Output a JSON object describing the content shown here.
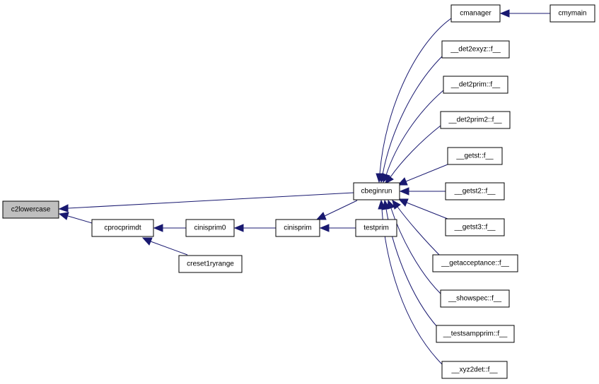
{
  "nodes": {
    "c2lowercase": "c2lowercase",
    "cprocprimdt": "cprocprimdt",
    "cinisprim0": "cinisprim0",
    "creset1ryrange": "creset1ryrange",
    "cinisprim": "cinisprim",
    "testprim": "testprim",
    "cbeginrun": "cbeginrun",
    "cmanager": "cmanager",
    "cmymain": "cmymain",
    "det2exyz": "__det2exyz::f__",
    "det2prim": "__det2prim::f__",
    "det2prim2": "__det2prim2::f__",
    "getst": "__getst::f__",
    "getst2": "__getst2::f__",
    "getst3": "__getst3::f__",
    "getacceptance": "__getacceptance::f__",
    "showspec": "__showspec::f__",
    "testsampprim": "__testsampprim::f__",
    "xyz2det": "__xyz2det::f__"
  },
  "colors": {
    "edge": "#191970",
    "root_fill": "#bfbfbf",
    "node_fill": "#ffffff",
    "node_border": "#000000"
  }
}
